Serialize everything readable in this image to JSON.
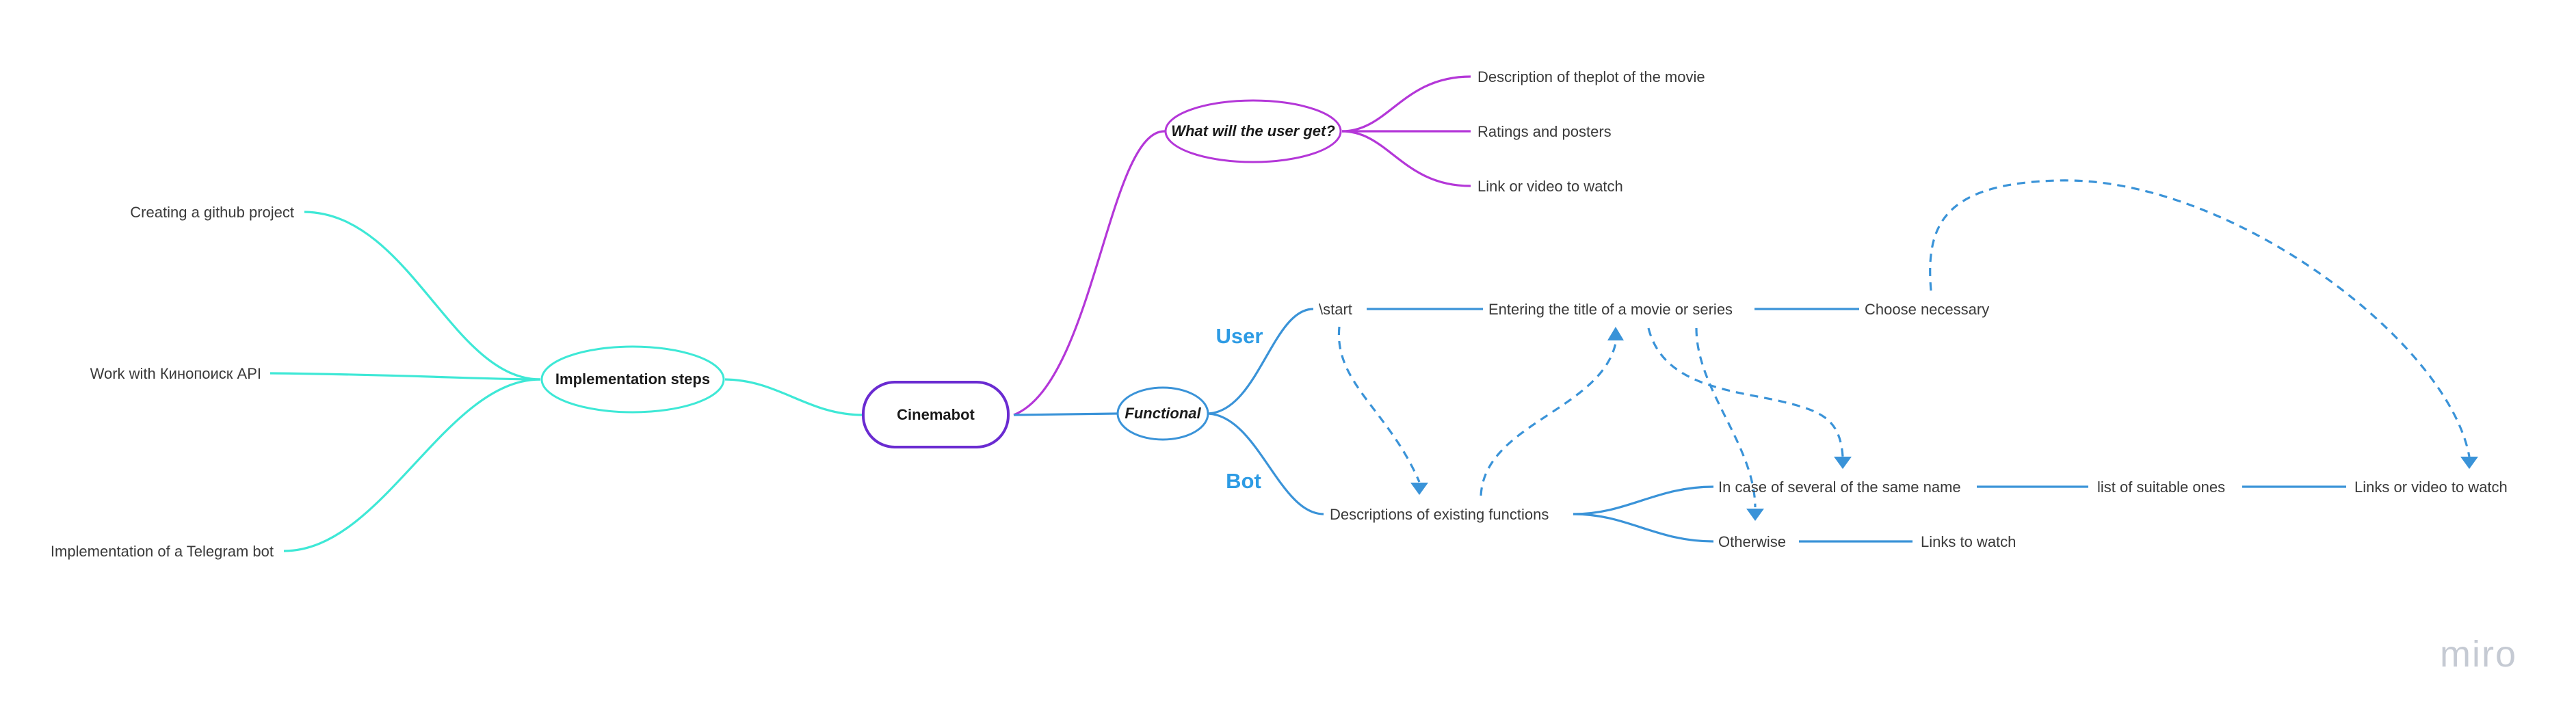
{
  "diagram": {
    "root": "Cinemabot",
    "left_branch": {
      "node": "Implementation steps",
      "children": [
        "Creating a github project",
        "Work with  Кинопоиск API",
        "Implementation of a Telegram bot"
      ]
    },
    "top_branch": {
      "node": "What will the user get?",
      "children": [
        "Description of theplot of the movie",
        "Ratings and posters",
        "Link or video to watch"
      ]
    },
    "functional_branch": {
      "node": "Functional",
      "user_label": "User",
      "bot_label": "Bot",
      "user_flow": [
        "\\start",
        "Entering the title of a movie or series",
        "Choose necessary"
      ],
      "bot_node": "Descriptions of existing functions",
      "bot_case_same_name": [
        "In case of several of the same name",
        "list of suitable ones",
        "Links or video to watch"
      ],
      "bot_case_otherwise": [
        "Otherwise",
        "Links to watch"
      ]
    },
    "brand": "miro"
  },
  "colors": {
    "teal": "#3ee8d6",
    "purple": "#b437d8",
    "root_border": "#6a2bd1",
    "blue": "#3a93d8",
    "label_blue": "#2d9be4"
  }
}
